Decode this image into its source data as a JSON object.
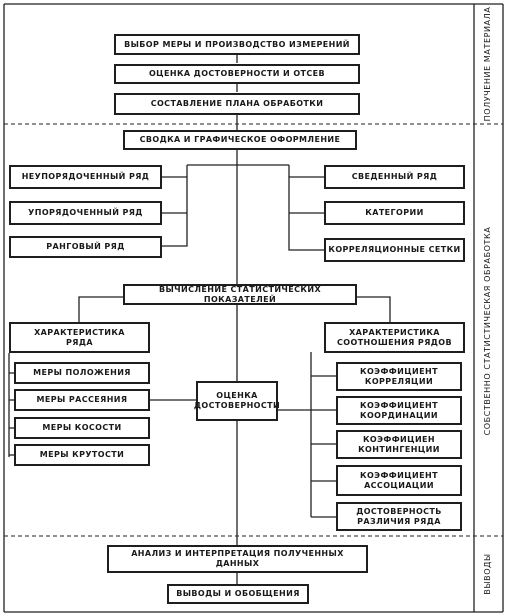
{
  "side_labels": {
    "top": "ПОЛУЧЕНИЕ МАТЕРИАЛА",
    "middle": "СОБСТВЕННО СТАТИСТИЧЕСКАЯ ОБРАБОТКА",
    "bottom": "ВЫВОДЫ"
  },
  "top_section": {
    "step1": "ВЫБОР МЕРЫ И ПРОИЗВОДСТВО ИЗМЕРЕНИЙ",
    "step2": "ОЦЕНКА ДОСТОВЕРНОСТИ И ОТСЕВ",
    "step3": "СОСТАВЛЕНИЕ ПЛАНА ОБРАБОТКИ"
  },
  "middle_section": {
    "summary": "СВОДКА И ГРАФИЧЕСКОЕ ОФОРМЛЕНИЕ",
    "left_series": [
      "НЕУПОРЯДОЧЕННЫЙ РЯД",
      "УПОРЯДОЧЕННЫЙ РЯД",
      "РАНГОВЫЙ РЯД"
    ],
    "right_series": [
      "СВЕДЕННЫЙ РЯД",
      "КАТЕГОРИИ",
      "КОРРЕЛЯЦИОННЫЕ СЕТКИ"
    ],
    "computation": "ВЫЧИСЛЕНИЕ СТАТИСТИЧЕСКИХ ПОКАЗАТЕЛЕЙ",
    "left_head": "ХАРАКТЕРИСТИКА\nРЯДА",
    "left_items": [
      "МЕРЫ ПОЛОЖЕНИЯ",
      "МЕРЫ РАССЕЯНИЯ",
      "МЕРЫ КОСОСТИ",
      "МЕРЫ КРУТОСТИ"
    ],
    "center": "ОЦЕНКА\nДОСТОВЕРНОСТИ",
    "right_head": "ХАРАКТЕРИСТИКА\nСООТНОШЕНИЯ РЯДОВ",
    "right_items": [
      "КОЭФФИЦИЕНТ\nКОРРЕЛЯЦИИ",
      "КОЭФФИЦИЕНТ\nКООРДИНАЦИИ",
      "КОЭФФИЦИЕН\nКОНТИНГЕНЦИИ",
      "КОЭФФИЦИЕНТ\nАССОЦИАЦИИ",
      "ДОСТОВЕРНОСТЬ\nРАЗЛИЧИЯ РЯДА"
    ]
  },
  "bottom_section": {
    "analysis": "АНАЛИЗ И ИНТЕРПРЕТАЦИЯ ПОЛУЧЕННЫХ ДАННЫХ",
    "conclusions": "ВЫВОДЫ И ОБОБЩЕНИЯ"
  }
}
